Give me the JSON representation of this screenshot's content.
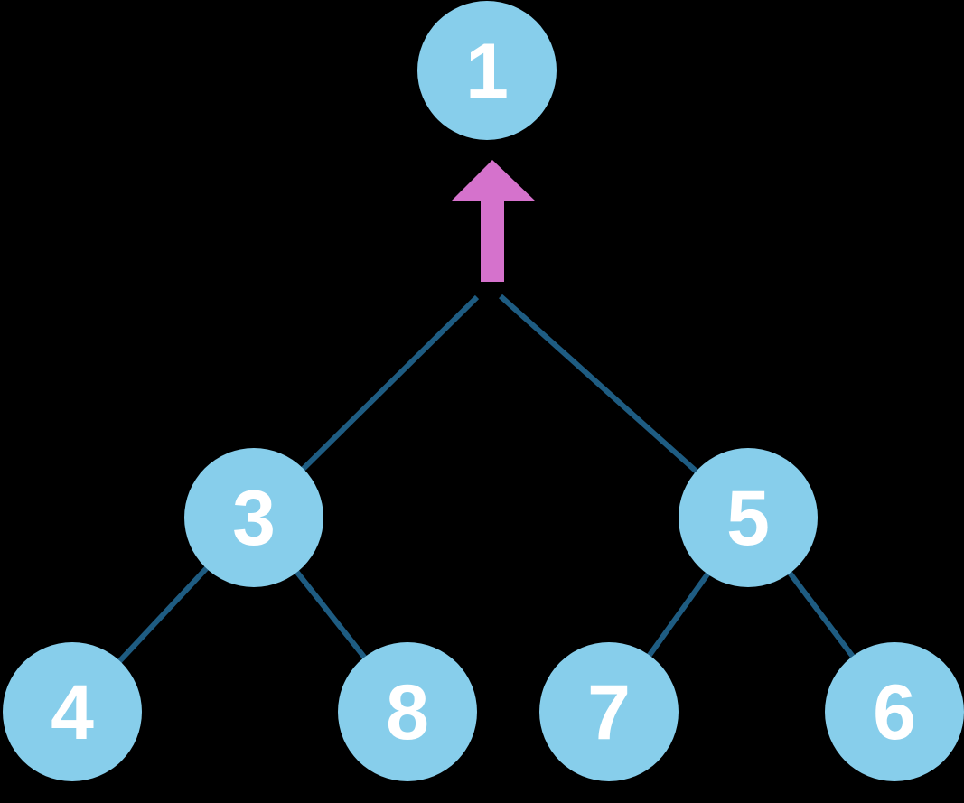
{
  "diagram": {
    "type": "binary-tree",
    "background_color": "#000000",
    "node_style": {
      "fill": "#87CEEB",
      "text_color": "#FFFFFF"
    },
    "edge_style": {
      "color": "#1E5C82"
    },
    "arrow": {
      "direction": "up",
      "color": "#D572CC"
    },
    "nodes": {
      "n1": {
        "label": "1"
      },
      "n3": {
        "label": "3"
      },
      "n5": {
        "label": "5"
      },
      "n4": {
        "label": "4"
      },
      "n8": {
        "label": "8"
      },
      "n7": {
        "label": "7"
      },
      "n6": {
        "label": "6"
      }
    },
    "edges": [
      {
        "from": "junction",
        "to": "3"
      },
      {
        "from": "junction",
        "to": "5"
      },
      {
        "from": "3",
        "to": "4"
      },
      {
        "from": "3",
        "to": "8"
      },
      {
        "from": "5",
        "to": "7"
      },
      {
        "from": "5",
        "to": "6"
      }
    ]
  }
}
